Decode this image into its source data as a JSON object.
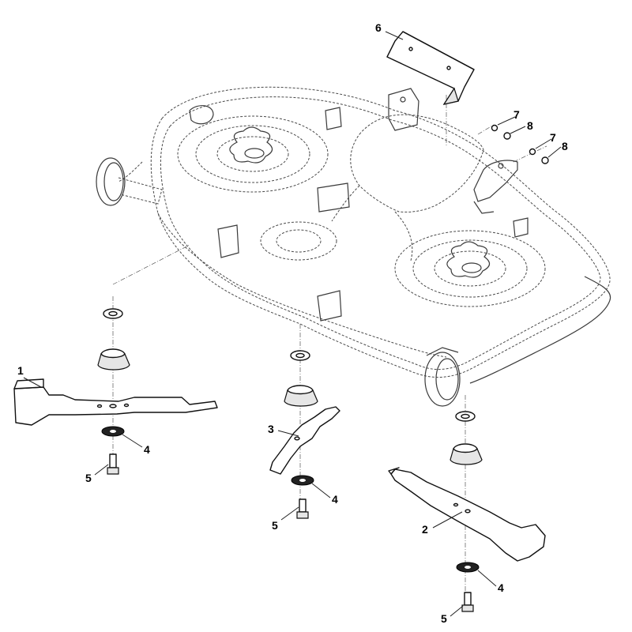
{
  "callouts": {
    "blade_left": "1",
    "blade_right": "2",
    "blade_middle": "3",
    "washer_left": "4",
    "washer_middle": "4",
    "washer_right": "4",
    "bolt_left": "5",
    "bolt_middle": "5",
    "bolt_right": "5",
    "deflector": "6",
    "nut_a": "7",
    "nut_b": "7",
    "washer_a": "8",
    "washer_b": "8"
  }
}
